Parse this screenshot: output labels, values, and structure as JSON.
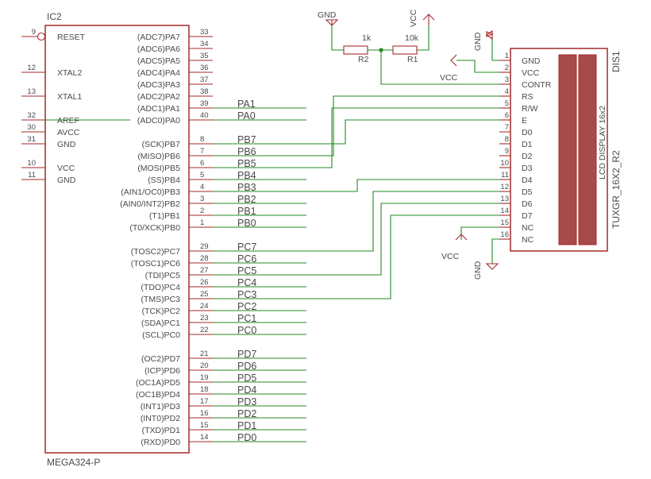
{
  "ic": {
    "name": "IC2",
    "part": "MEGA324-P",
    "left_pins": [
      {
        "num": "9",
        "label": "RESET"
      },
      {
        "num": "12",
        "label": "XTAL2"
      },
      {
        "num": "13",
        "label": "XTAL1"
      },
      {
        "num": "32",
        "label": "AREF"
      },
      {
        "num": "30",
        "label": "AVCC"
      },
      {
        "num": "31",
        "label": "GND"
      },
      {
        "num": "10",
        "label": "VCC"
      },
      {
        "num": "11",
        "label": "GND"
      }
    ],
    "right_pins": [
      {
        "num": "33",
        "label": "(ADC7)PA7",
        "net": ""
      },
      {
        "num": "34",
        "label": "(ADC6)PA6",
        "net": ""
      },
      {
        "num": "35",
        "label": "(ADC5)PA5",
        "net": ""
      },
      {
        "num": "36",
        "label": "(ADC4)PA4",
        "net": ""
      },
      {
        "num": "37",
        "label": "(ADC3)PA3",
        "net": ""
      },
      {
        "num": "38",
        "label": "(ADC2)PA2",
        "net": ""
      },
      {
        "num": "39",
        "label": "(ADC1)PA1",
        "net": "PA1"
      },
      {
        "num": "40",
        "label": "(ADC0)PA0",
        "net": "PA0"
      },
      {
        "num": "8",
        "label": "(SCK)PB7",
        "net": "PB7"
      },
      {
        "num": "7",
        "label": "(MISO)PB6",
        "net": "PB6"
      },
      {
        "num": "6",
        "label": "(MOSI)PB5",
        "net": "PB5"
      },
      {
        "num": "5",
        "label": "(SS)PB4",
        "net": "PB4"
      },
      {
        "num": "4",
        "label": "(AIN1/OC0)PB3",
        "net": "PB3"
      },
      {
        "num": "3",
        "label": "(AIN0/INT2)PB2",
        "net": "PB2"
      },
      {
        "num": "2",
        "label": "(T1)PB1",
        "net": "PB1"
      },
      {
        "num": "1",
        "label": "(T0/XCK)PB0",
        "net": "PB0"
      },
      {
        "num": "29",
        "label": "(TOSC2)PC7",
        "net": "PC7"
      },
      {
        "num": "28",
        "label": "(TOSC1)PC6",
        "net": "PC6"
      },
      {
        "num": "27",
        "label": "(TDI)PC5",
        "net": "PC5"
      },
      {
        "num": "26",
        "label": "(TDO)PC4",
        "net": "PC4"
      },
      {
        "num": "25",
        "label": "(TMS)PC3",
        "net": "PC3"
      },
      {
        "num": "24",
        "label": "(TCK)PC2",
        "net": "PC2"
      },
      {
        "num": "23",
        "label": "(SDA)PC1",
        "net": "PC1"
      },
      {
        "num": "22",
        "label": "(SCL)PC0",
        "net": "PC0"
      },
      {
        "num": "21",
        "label": "(OC2)PD7",
        "net": "PD7"
      },
      {
        "num": "20",
        "label": "(ICP)PD6",
        "net": "PD6"
      },
      {
        "num": "19",
        "label": "(OC1A)PD5",
        "net": "PD5"
      },
      {
        "num": "18",
        "label": "(OC1B)PD4",
        "net": "PD4"
      },
      {
        "num": "17",
        "label": "(INT1)PD3",
        "net": "PD3"
      },
      {
        "num": "16",
        "label": "(INT0)PD2",
        "net": "PD2"
      },
      {
        "num": "15",
        "label": "(TXD)PD1",
        "net": "PD1"
      },
      {
        "num": "14",
        "label": "(RXD)PD0",
        "net": "PD0"
      }
    ]
  },
  "lcd": {
    "name": "DIS1",
    "part": "TUXGR_16X2_R2",
    "inner_label": "LCD DISPLAY 16x2",
    "pins": [
      {
        "num": "1",
        "label": "GND"
      },
      {
        "num": "2",
        "label": "VCC"
      },
      {
        "num": "3",
        "label": "CONTR"
      },
      {
        "num": "4",
        "label": "RS"
      },
      {
        "num": "5",
        "label": "R/W"
      },
      {
        "num": "6",
        "label": "E"
      },
      {
        "num": "7",
        "label": "D0"
      },
      {
        "num": "8",
        "label": "D1"
      },
      {
        "num": "9",
        "label": "D2"
      },
      {
        "num": "10",
        "label": "D3"
      },
      {
        "num": "11",
        "label": "D4"
      },
      {
        "num": "12",
        "label": "D5"
      },
      {
        "num": "13",
        "label": "D6"
      },
      {
        "num": "14",
        "label": "D7"
      },
      {
        "num": "15",
        "label": "NC"
      },
      {
        "num": "16",
        "label": "NC"
      }
    ]
  },
  "resistors": {
    "r2": {
      "name": "R2",
      "value": "1k"
    },
    "r1": {
      "name": "R1",
      "value": "10k"
    }
  },
  "supplies": {
    "gnd_top": "GND",
    "vcc_top": "VCC",
    "vcc_contr": "VCC",
    "gnd_lcd_top": "GND",
    "vcc_lcd_pin2": "VCC",
    "vcc_bottom": "VCC",
    "gnd_bottom": "GND"
  },
  "colors": {
    "part": "#a52a2a",
    "wire": "#228b22",
    "text": "#4a4a4a",
    "lcd_fill": "#a84a4a"
  }
}
